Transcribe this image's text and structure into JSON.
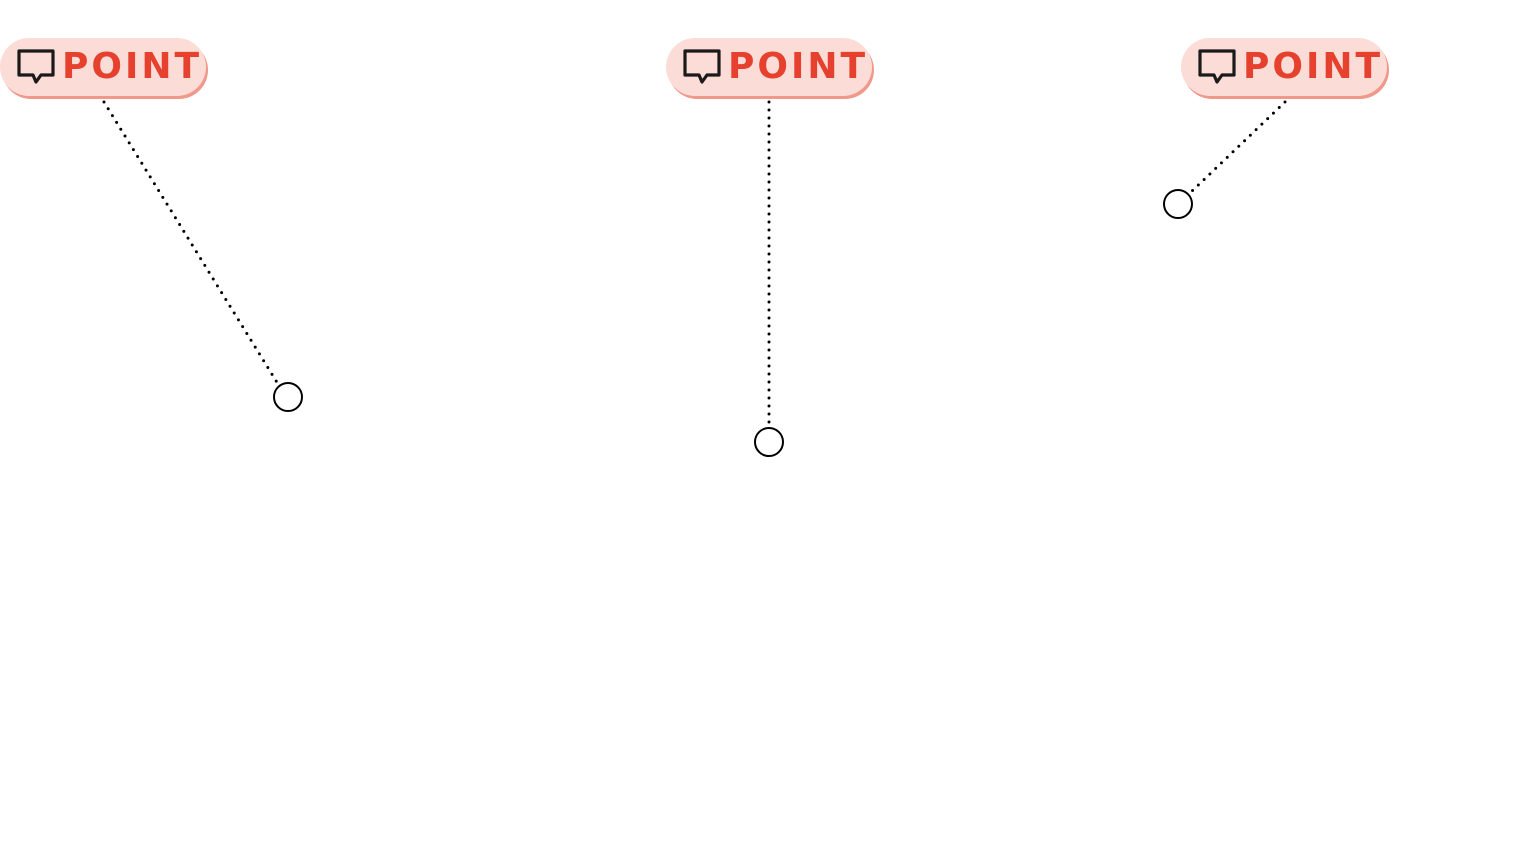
{
  "badges": [
    {
      "label": "POINT",
      "icon": "speech-bubble-icon"
    },
    {
      "label": "POINT",
      "icon": "speech-bubble-icon"
    },
    {
      "label": "POINT",
      "icon": "speech-bubble-icon"
    }
  ],
  "colors": {
    "badge_background": "#fcdcd6",
    "badge_shadow": "#f0988a",
    "badge_text": "#e5412e",
    "icon_stroke": "#1a1a1a",
    "leader_line": "#000000",
    "marker_stroke": "#000000",
    "background": "#ffffff"
  },
  "leader_style": "dotted",
  "marker_shape": "circle"
}
